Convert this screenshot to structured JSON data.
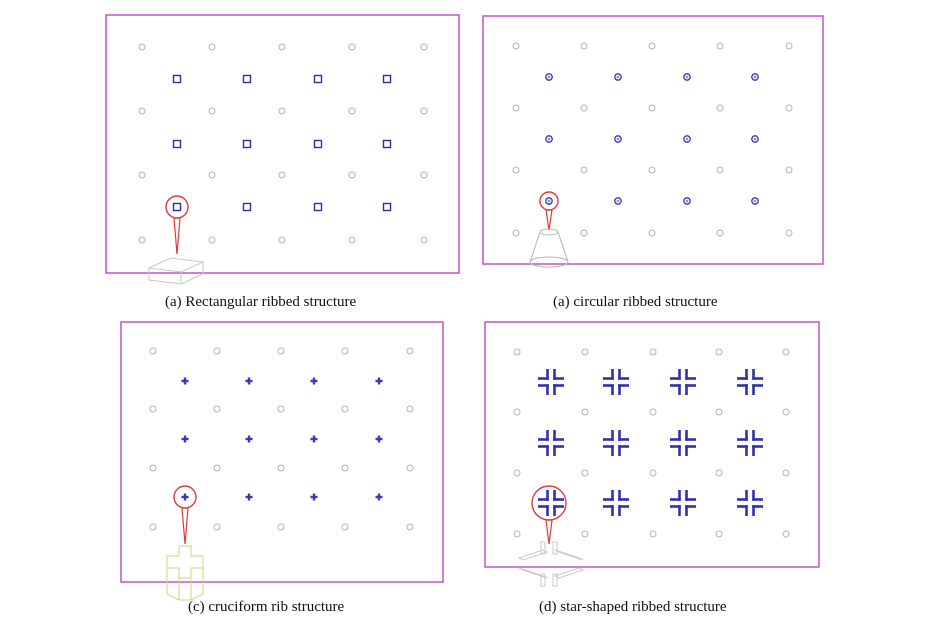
{
  "figure": {
    "panels": [
      {
        "key": "a1",
        "caption": "(a) Rectangular ribbed structure",
        "rib_type": "rectangular",
        "rib_icon": "square-rib-icon",
        "inset_icon": "box-block-icon",
        "colors": {
          "frame": "#c85ec8",
          "rib": "#2e2ea8",
          "hole": "#b4b4b4",
          "highlight": "#e03a3a",
          "inset": "#c8c8c8"
        }
      },
      {
        "key": "a2",
        "caption": "(a) circular ribbed structure",
        "rib_type": "circular",
        "rib_icon": "ring-rib-icon",
        "inset_icon": "truncated-cone-icon",
        "colors": {
          "frame": "#c85ec8",
          "rib": "#3838b0",
          "hole": "#b4b4b4",
          "highlight": "#e03a3a",
          "inset": "#b8b8b8"
        }
      },
      {
        "key": "c",
        "caption": "(c) cruciform rib structure",
        "rib_type": "cruciform",
        "rib_icon": "cross-rib-icon",
        "inset_icon": "cross-prism-icon",
        "colors": {
          "frame": "#c85ec8",
          "rib": "#3a3ab4",
          "hole": "#b4b4b4",
          "highlight": "#e03a3a",
          "inset": "#cfd67a"
        }
      },
      {
        "key": "d",
        "caption": "(d) star-shaped ribbed structure",
        "rib_type": "star",
        "rib_icon": "star-rib-icon",
        "inset_icon": "star-rib-block-icon",
        "colors": {
          "frame": "#c85ec8",
          "rib": "#3232a8",
          "hole": "#b4b4b4",
          "highlight": "#e03a3a",
          "inset": "#c8c8c8"
        }
      }
    ]
  }
}
